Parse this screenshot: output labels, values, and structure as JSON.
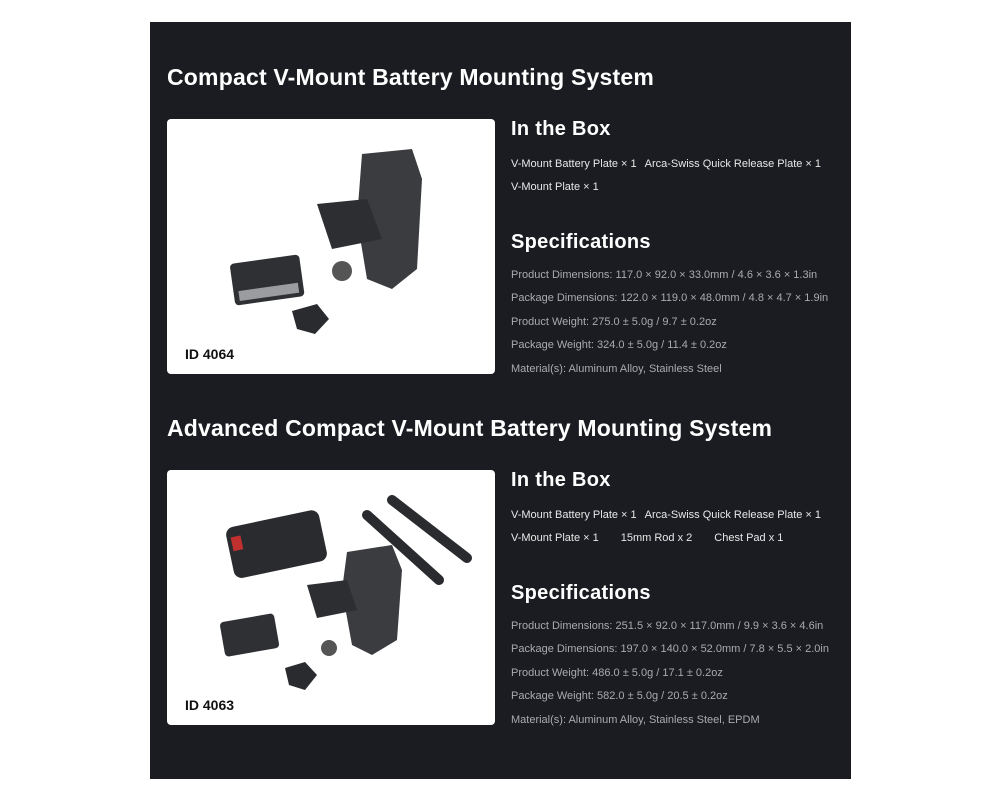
{
  "products": [
    {
      "title": "Compact V-Mount Battery Mounting System",
      "id": "ID 4064",
      "in_box_title": "In the Box",
      "in_box_rows": [
        [
          "V-Mount Battery Plate × 1",
          "Arca-Swiss Quick Release Plate × 1"
        ],
        [
          "V-Mount Plate × 1"
        ]
      ],
      "specs_title": "Specifications",
      "specs": [
        "Product Dimensions: 117.0 × 92.0 × 33.0mm / 4.6 × 3.6 × 1.3in",
        "Package Dimensions: 122.0 × 119.0 × 48.0mm / 4.8 × 4.7 × 1.9in",
        "Product Weight: 275.0 ± 5.0g / 9.7 ± 0.2oz",
        "Package Weight: 324.0 ± 5.0g / 11.4 ± 0.2oz",
        "Material(s): Aluminum Alloy, Stainless Steel"
      ]
    },
    {
      "title": "Advanced Compact V-Mount Battery Mounting System",
      "id": "ID 4063",
      "in_box_title": "In the Box",
      "in_box_rows": [
        [
          "V-Mount Battery Plate × 1",
          "Arca-Swiss Quick Release Plate × 1"
        ],
        [
          "V-Mount Plate × 1",
          "15mm Rod x 2",
          "Chest Pad x 1"
        ]
      ],
      "specs_title": "Specifications",
      "specs": [
        "Product Dimensions: 251.5 × 92.0 × 117.0mm / 9.9 × 3.6 × 4.6in",
        "Package Dimensions: 197.0 × 140.0 × 52.0mm / 7.8 × 5.5 × 2.0in",
        "Product Weight: 486.0 ± 5.0g / 17.1 ± 0.2oz",
        "Package Weight: 582.0 ± 5.0g / 20.5 ± 0.2oz",
        "Material(s): Aluminum Alloy, Stainless Steel, EPDM"
      ]
    }
  ]
}
